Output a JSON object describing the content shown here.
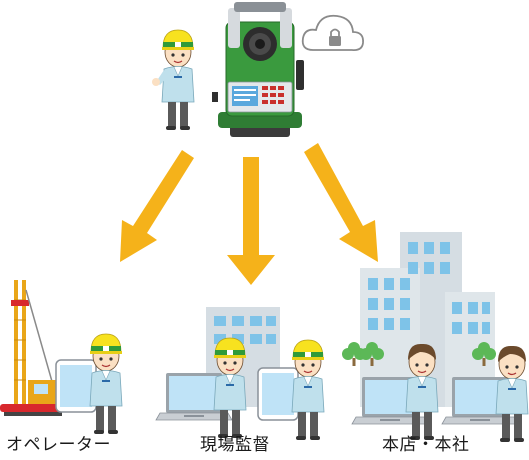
{
  "labels": {
    "operator": "オペレーター",
    "site_supervisor": "現場監督",
    "head_office": "本店・本社"
  },
  "colors": {
    "arrow": "#f5b21a",
    "helmet": "#f7e21f",
    "helmet_band": "#2f9a3a",
    "shirt": "#bfe0ec",
    "trousers": "#5a5a5a",
    "building": "#d5dde3",
    "window": "#7ec3e8",
    "device_screen": "#bfe3f7",
    "instrument_green": "#3a9a3e",
    "cloud_stroke": "#8a8a8a",
    "rig_red": "#d8282d",
    "rig_yellow": "#e9a619"
  },
  "icons": [
    "cloud-lock-icon",
    "total-station-icon",
    "pile-driver-icon",
    "office-building-icon",
    "tree-icon",
    "laptop-icon",
    "tablet-icon",
    "worker-figure-icon"
  ]
}
